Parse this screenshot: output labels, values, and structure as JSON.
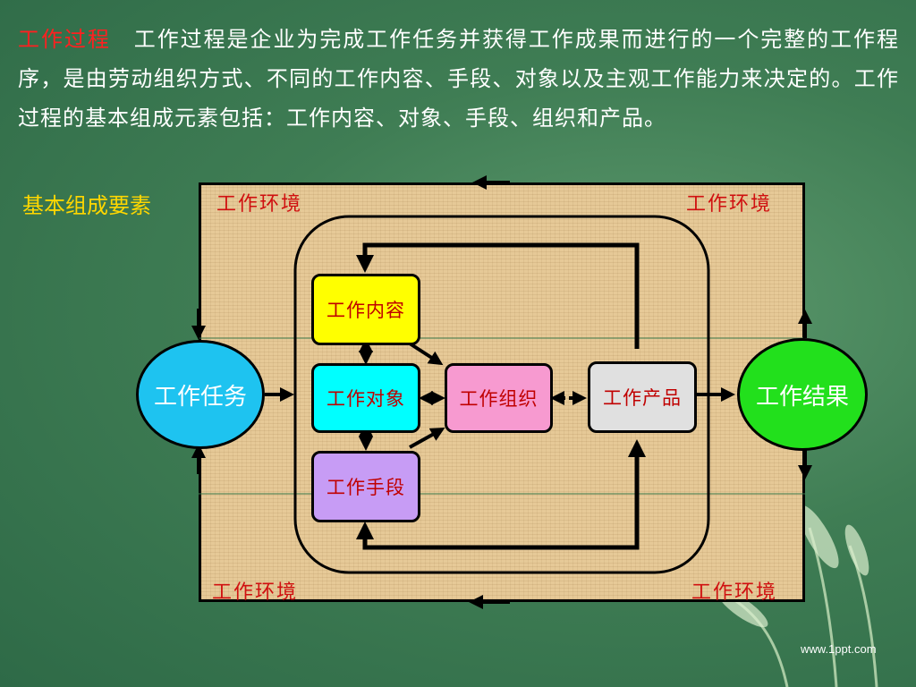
{
  "intro": {
    "term": "工作过程",
    "text": "工作过程是企业为完成工作任务并获得工作成果而进行的一个完整的工作程序，是由劳动组织方式、不同的工作内容、手段、对象以及主观工作能力来决定的。工作过程的基本组成元素包括：工作内容、对象、手段、组织和产品。"
  },
  "section_label": "基本组成要素",
  "diagram": {
    "environment_labels": [
      "工作环境",
      "工作环境",
      "工作环境",
      "工作环境"
    ],
    "task": "工作任务",
    "result": "工作结果",
    "content": "工作内容",
    "object": "工作对象",
    "means": "工作手段",
    "organization": "工作组织",
    "product": "工作产品"
  },
  "colors": {
    "term": "#ff2020",
    "section_label": "#ffd700",
    "env_label": "#d01010",
    "box_text": "#c00000",
    "task_fill": "#1ec3f0",
    "result_fill": "#22e01c",
    "content_fill": "#ffff00",
    "object_fill": "#00ffff",
    "means_fill": "#c79cf5",
    "organization_fill": "#f79ad0",
    "product_fill": "#e0e0e0"
  },
  "footer": "www.1ppt.com"
}
